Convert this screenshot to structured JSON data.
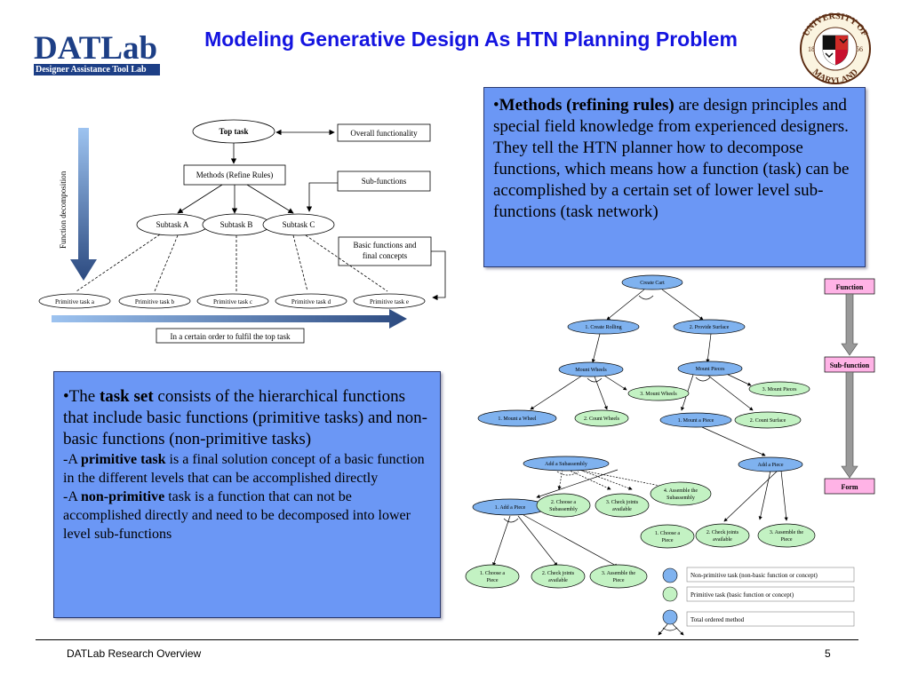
{
  "slide": {
    "title": "Modeling Generative Design As HTN Planning Problem",
    "footer": "DATLab Research Overview",
    "page_number": "5"
  },
  "logo": {
    "name": "DATLab",
    "subtitle": "Designer Assistance Tool Lab"
  },
  "seal": {
    "top_text": "UNIVERSITY OF",
    "bottom_text": "MARYLAND",
    "year_left": "18",
    "year_right": "56"
  },
  "methods_box": {
    "bullet": "•",
    "bold": "Methods (refining rules)",
    "rest": " are design principles and special field knowledge from experienced designers. They tell the HTN planner how to decompose functions, which means how a function (task) can be accomplished by a certain set of lower level sub-functions (task network)"
  },
  "taskset_box": {
    "p1_prefix": "•The ",
    "p1_bold": "task set",
    "p1_rest": " consists of the hierarchical functions that include basic functions (primitive tasks) and non-basic functions (non-primitive tasks)",
    "p2_prefix": "-A ",
    "p2_bold": "primitive task",
    "p2_rest": " is a final solution concept of a basic function in the different levels that can be accomplished directly",
    "p3_prefix": "-A ",
    "p3_bold": "non-primitive",
    "p3_rest": " task is a function that can not be accomplished directly and need to be decomposed into lower level sub-functions"
  },
  "left_diagram": {
    "top_task": "Top task",
    "overall": "Overall functionality",
    "methods": "Methods (Refine Rules)",
    "subfunctions": "Sub-functions",
    "subtask_a": "Subtask A",
    "subtask_b": "Subtask B",
    "subtask_c": "Subtask C",
    "basic_1": "Basic functions and",
    "basic_2": "final concepts",
    "vertical_label": "Function decomposition",
    "bottom_label": "In a certain order to fulfil the top task",
    "primitives": [
      "Primitive task a",
      "Primitive task b",
      "Primitive task c",
      "Primitive task d",
      "Primitive task e"
    ]
  },
  "right_diagram": {
    "create_cart": "Create Cart",
    "create_rolling": "1. Create Rolling",
    "provide_surface": "2. Provide Surface",
    "mount_wheels": "Mount Wheels",
    "mount_pieces": "Mount Pieces",
    "mount_wheels_3": "3. Mount Wheels",
    "mount_pieces_3": "3. Mount Pieces",
    "mount_a_wheel": "1. Mount a Wheel",
    "count_wheels": "2. Count Wheels",
    "mount_a_piece": "1. Mount a Piece",
    "count_surface": "2. Count Surface",
    "add_subassembly": "Add a Subassembly",
    "add_piece": "Add a Piece",
    "assemble_sub_1": "4. Assemble the",
    "assemble_sub_2": "Subassembly",
    "add_a_piece_1": "1. Add a Piece",
    "choose_sub_1": "2. Choose a",
    "choose_sub_2": "Subassembly",
    "check_joints_1": "3. Check joints",
    "check_joints_2": "available",
    "choose_piece_1": "1. Choose a",
    "choose_piece_2": "Piece",
    "check_joints2_1": "2. Check joints",
    "check_joints2_2": "available",
    "assemble_piece_1": "3. Assemble the",
    "assemble_piece_2": "Piece",
    "bl_choose_1": "1. Choose a",
    "bl_choose_2": "Piece",
    "bl_check_1": "2. Check joints",
    "bl_check_2": "available",
    "bl_assemble_1": "3. Assemble the",
    "bl_assemble_2": "Piece",
    "legend_nonprim": "Non-primitive task (non-basic function or concept)",
    "legend_prim": "Primitive task (basic function or concept)",
    "legend_ordered": "Total ordered method",
    "side_function": "Function",
    "side_subfunction": "Sub-function",
    "side_form": "Form"
  },
  "colors": {
    "title": "#1414e0",
    "box_fill": "#6b97f5",
    "nonprim_fill": "#7fb2ef",
    "prim_fill": "#c3f2c3",
    "side_fill": "#ffb3e6",
    "logo_blue": "#1d3f86"
  }
}
